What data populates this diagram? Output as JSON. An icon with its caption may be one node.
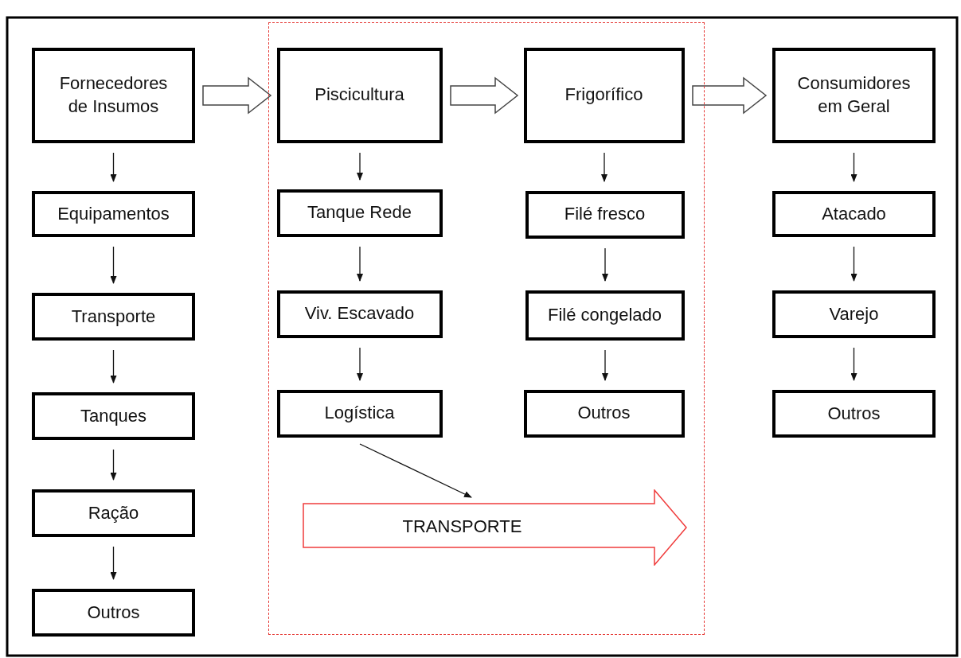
{
  "diagram": {
    "nodes": [
      {
        "text": [
          "Fornecedores de Insumos"
        ]
      },
      {
        "text": [
          "Equipamentos"
        ]
      },
      {
        "text": [
          "Transporte"
        ]
      },
      {
        "text": [
          "Tanques"
        ]
      },
      {
        "text": [
          "Ração"
        ]
      },
      {
        "text": [
          "Outros"
        ]
      },
      {
        "text": [],
        "shape": "box"
      },
      {
        "text": [
          "Piscicultura"
        ],
        "in": 6
      },
      {
        "text": [
          "Tanque Rede"
        ],
        "in": 6
      },
      {
        "text": [
          "Viv. Escavado"
        ],
        "in": 6
      },
      {
        "text": [
          "Logística"
        ],
        "in": 6
      },
      {
        "text": [
          "TRANSPORTE"
        ],
        "in": 6
      },
      {
        "text": [
          "Frigorífico"
        ],
        "in": 6
      },
      {
        "text": [
          "Filé fresco"
        ],
        "in": 6
      },
      {
        "text": [
          "Filé congelado"
        ],
        "in": 6
      },
      {
        "text": [
          "Outros"
        ],
        "in": 6
      },
      {
        "text": [
          "Consumidores em Geral"
        ]
      },
      {
        "text": [
          "Atacado"
        ]
      },
      {
        "text": [
          "Varejo"
        ]
      },
      {
        "text": [
          "Outros"
        ]
      }
    ],
    "edges": [
      {
        "from": 0,
        "to": 7,
        "arrow": "to",
        "style": "thick"
      },
      {
        "from": 7,
        "to": 12,
        "arrow": "to",
        "style": "thick"
      },
      {
        "from": 12,
        "to": 16,
        "arrow": "to",
        "style": "thick"
      },
      {
        "from": 0,
        "to": 1,
        "arrow": "to"
      },
      {
        "from": 1,
        "to": 2,
        "arrow": "to"
      },
      {
        "from": 2,
        "to": 3,
        "arrow": "to"
      },
      {
        "from": 3,
        "to": 4,
        "arrow": "to"
      },
      {
        "from": 4,
        "to": 5,
        "arrow": "to"
      },
      {
        "from": 7,
        "to": 8,
        "arrow": "to"
      },
      {
        "from": 8,
        "to": 9,
        "arrow": "to"
      },
      {
        "from": 9,
        "to": 10,
        "arrow": "to"
      },
      {
        "from": 10,
        "to": 11,
        "arrow": "to"
      },
      {
        "from": 12,
        "to": 13,
        "arrow": "to"
      },
      {
        "from": 13,
        "to": 14,
        "arrow": "to"
      },
      {
        "from": 14,
        "to": 15,
        "arrow": "to"
      },
      {
        "from": 16,
        "to": 17,
        "arrow": "to"
      },
      {
        "from": 17,
        "to": 18,
        "arrow": "to"
      },
      {
        "from": 18,
        "to": 19,
        "arrow": "to"
      }
    ]
  }
}
